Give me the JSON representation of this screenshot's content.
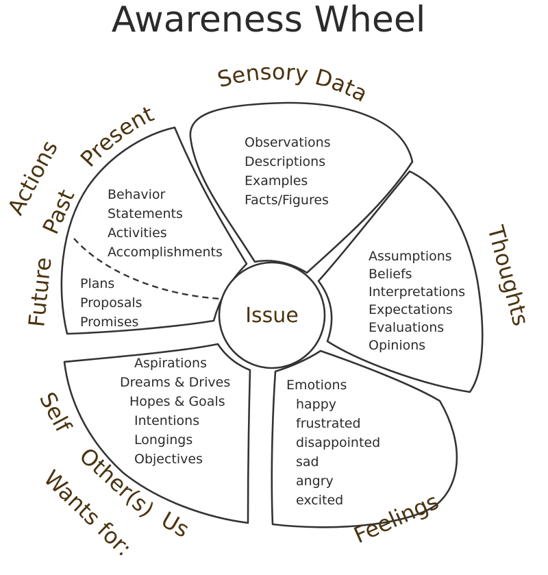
{
  "title": "Awareness Wheel",
  "center": "Issue",
  "sensory": {
    "category": "Sensory Data",
    "items": [
      "Observations",
      "Descriptions",
      "Examples",
      "Facts/Figures"
    ]
  },
  "thoughts": {
    "category": "Thoughts",
    "items": [
      "Assumptions",
      "Beliefs",
      "Interpretations",
      "Expectations",
      "Evaluations",
      "Opinions"
    ]
  },
  "feelings": {
    "category": "Feelings",
    "heading": "Emotions",
    "items": [
      "happy",
      "frustrated",
      "disappointed",
      "sad",
      "angry",
      "excited"
    ]
  },
  "wants": {
    "category": "Wants for:",
    "scopes": [
      "Self",
      "Other(s)",
      "Us"
    ],
    "items": [
      "Aspirations",
      "Dreams & Drives",
      "Hopes & Goals",
      "Intentions",
      "Longings",
      "Objectives"
    ]
  },
  "actions": {
    "category": "Actions",
    "tenses": [
      "Present",
      "Past",
      "Future"
    ],
    "past_present_items": [
      "Behavior",
      "Statements",
      "Activities",
      "Accomplishments"
    ],
    "future_items": [
      "Plans",
      "Proposals",
      "Promises"
    ]
  },
  "colors": {
    "outline": "#333333",
    "category_text": "#4a3410",
    "body_text": "#2b2b2b",
    "background": "#ffffff"
  }
}
